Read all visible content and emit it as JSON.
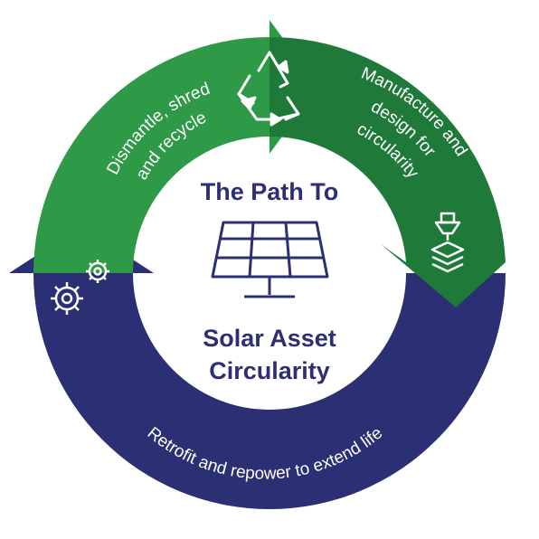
{
  "title": {
    "line1": "The Path To",
    "line2": "Solar Asset",
    "line3": "Circularity"
  },
  "stages": {
    "recycle": {
      "label_line1": "Dismantle, shred",
      "label_line2": "and recycle",
      "icon": "recycle-icon"
    },
    "manufacture": {
      "label_line1": "Manufacture and",
      "label_line2": "design for",
      "label_line3": "circularity",
      "icon": "3d-printer-icon"
    },
    "retrofit": {
      "label": "Retrofit and repower to extend life",
      "icon": "gears-icon"
    }
  },
  "center_icon": "solar-panel-icon",
  "colors": {
    "green": "#2e9a47",
    "dark_green": "#1f7a3a",
    "navy": "#2b2f74",
    "white": "#ffffff"
  }
}
